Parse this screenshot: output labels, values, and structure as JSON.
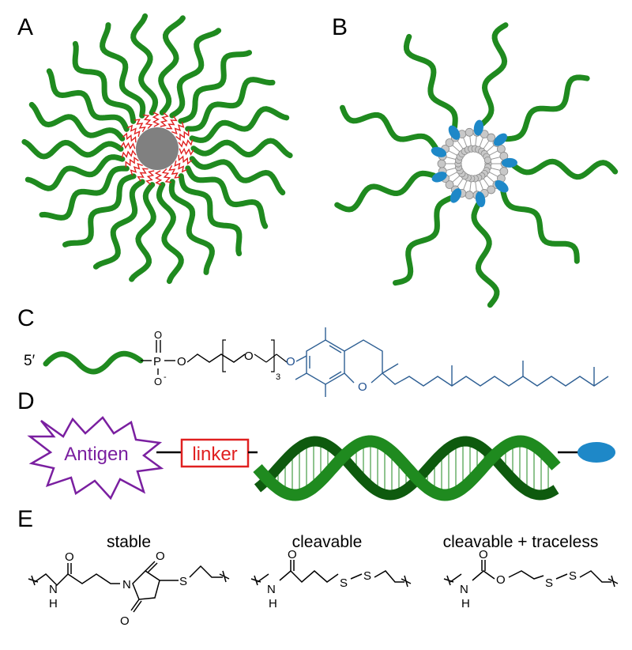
{
  "panels": {
    "a": {
      "letter": "A"
    },
    "b": {
      "letter": "B"
    },
    "c": {
      "letter": "C",
      "five_prime": "5′",
      "phosphate": {
        "p": "P",
        "o_top": "O",
        "o_bottom": "O",
        "minus": "-",
        "o_link": "O"
      },
      "peg": {
        "o": "O",
        "repeat": "3",
        "o_end": "O"
      },
      "tocopherol": {
        "ring_o": "O"
      }
    },
    "d": {
      "letter": "D",
      "antigen": "Antigen",
      "linker": "linker"
    },
    "e": {
      "letter": "E",
      "structures": [
        {
          "caption": "stable",
          "atoms": [
            "O",
            "N",
            "H",
            "N",
            "O",
            "O",
            "S"
          ]
        },
        {
          "caption": "cleavable",
          "atoms": [
            "O",
            "N",
            "H",
            "S",
            "S"
          ]
        },
        {
          "caption": "cleavable + traceless",
          "atoms": [
            "O",
            "N",
            "H",
            "O",
            "S",
            "S"
          ]
        }
      ]
    }
  },
  "colors": {
    "dna_green": "#1f8a1f",
    "dna_dark": "#0e5a0e",
    "core_gray": "#808080",
    "linker_red": "#e02020",
    "lipid_blue": "#1e88c8",
    "antigen_purple": "#7a1fa0",
    "tocopherol_blue": "#2e5f93"
  }
}
